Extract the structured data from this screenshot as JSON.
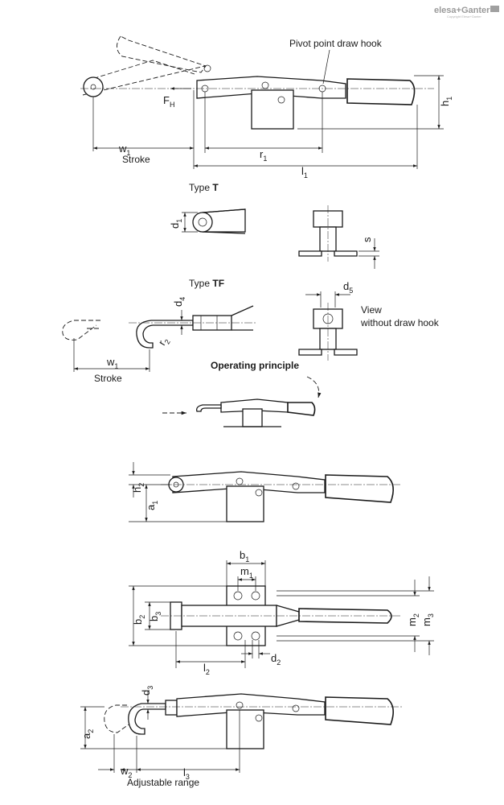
{
  "brand": {
    "logo_text": "elesa+Ganter",
    "copyright_text": "Copyright Elesa+Ganter"
  },
  "labels": {
    "pivot_point": "Pivot point draw hook",
    "type_t_prefix": "Type ",
    "type_t_bold": "T",
    "type_tf_prefix": "Type ",
    "type_tf_bold": "TF",
    "view_line1": "View",
    "view_line2": "without draw hook",
    "operating_principle": "Operating principle",
    "stroke_top": "Stroke",
    "stroke_mid": "Stroke",
    "adjustable_range": "Adjustable range"
  },
  "dimensions": {
    "w1_top": {
      "main": "w",
      "sub": "1"
    },
    "r1": {
      "main": "r",
      "sub": "1"
    },
    "l1": {
      "main": "l",
      "sub": "1"
    },
    "h1": {
      "main": "h",
      "sub": "1"
    },
    "fh": {
      "main": "F",
      "sub": "H"
    },
    "d1": {
      "main": "d",
      "sub": "1"
    },
    "s": {
      "main": "s",
      "sub": ""
    },
    "d4": {
      "main": "d",
      "sub": "4"
    },
    "r2": {
      "main": "r",
      "sub": "2"
    },
    "d5": {
      "main": "d",
      "sub": "5"
    },
    "w1_mid": {
      "main": "w",
      "sub": "1"
    },
    "h2": {
      "main": "h",
      "sub": "2"
    },
    "a1": {
      "main": "a",
      "sub": "1"
    },
    "b1": {
      "main": "b",
      "sub": "1"
    },
    "m1": {
      "main": "m",
      "sub": "1"
    },
    "b2": {
      "main": "b",
      "sub": "2"
    },
    "b3": {
      "main": "b",
      "sub": "3"
    },
    "m2": {
      "main": "m",
      "sub": "2"
    },
    "m3": {
      "main": "m",
      "sub": "3"
    },
    "l2": {
      "main": "l",
      "sub": "2"
    },
    "d2": {
      "main": "d",
      "sub": "2"
    },
    "d3": {
      "main": "d",
      "sub": "3"
    },
    "a2": {
      "main": "a",
      "sub": "2"
    },
    "w2": {
      "main": "w",
      "sub": "2"
    },
    "l3": {
      "main": "l",
      "sub": "3"
    }
  },
  "icons": [
    "logo-mark",
    "force-arrow",
    "motion-arrows"
  ]
}
